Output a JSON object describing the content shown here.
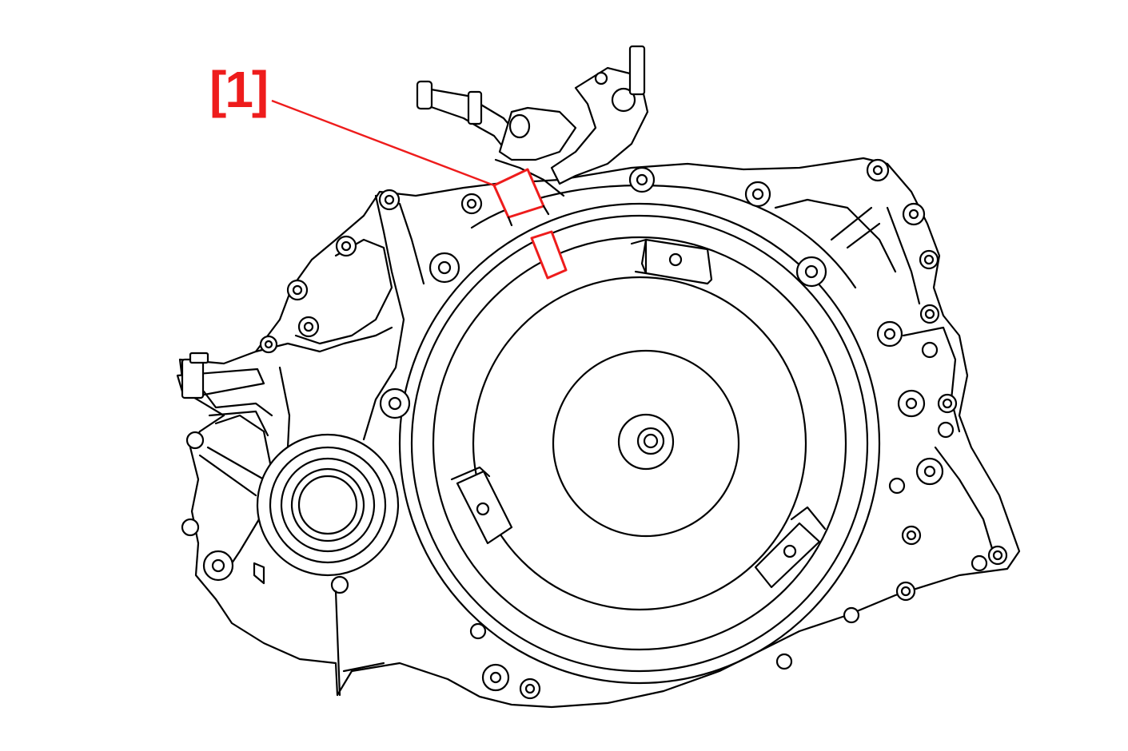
{
  "diagram": {
    "callouts": [
      {
        "id": "1",
        "label": "[1]"
      }
    ],
    "colors": {
      "callout": "#ee1c1c",
      "line_art": "#000000",
      "background": "#ffffff"
    },
    "subject_icon": "transaxle-assembly-illustration"
  }
}
